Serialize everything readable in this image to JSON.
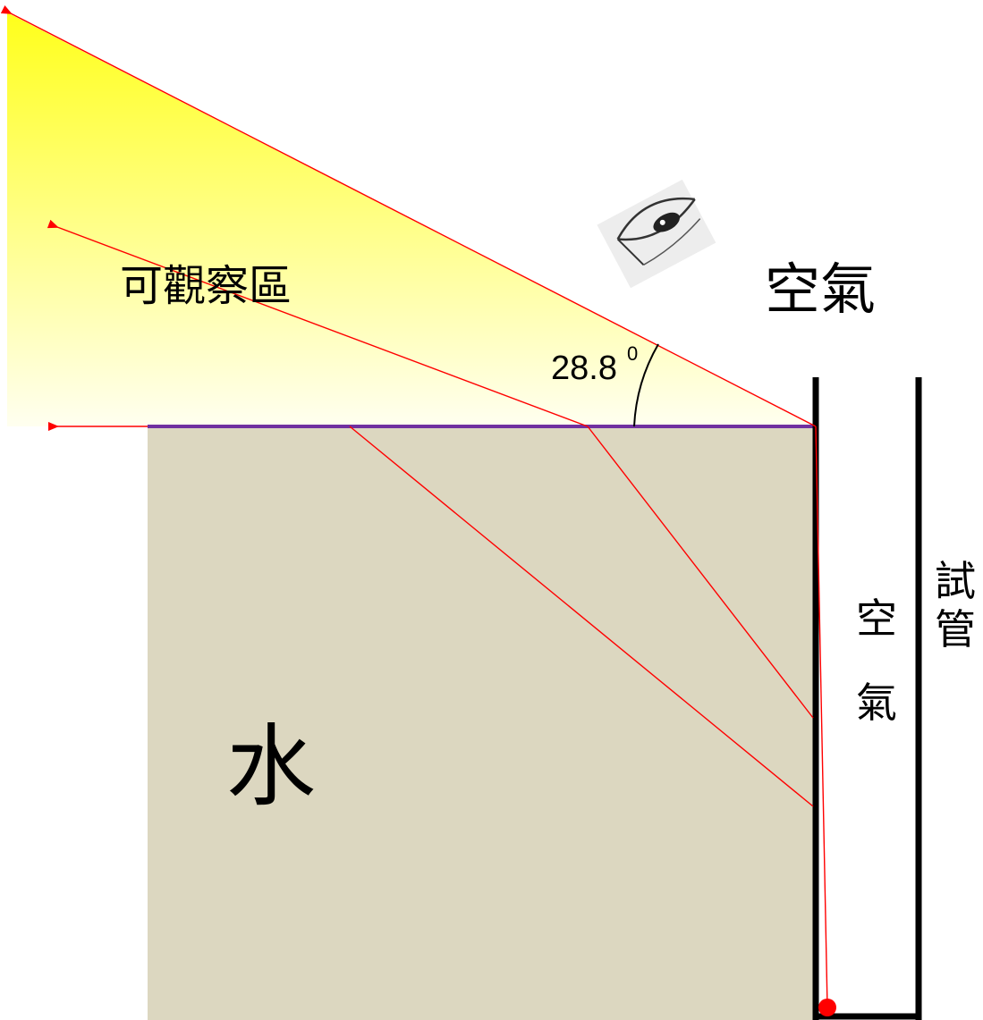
{
  "labels": {
    "observable_region": "可觀察區",
    "air_outside": "空氣",
    "water": "水",
    "air_inside_char1": "空",
    "air_inside_char2": "氣",
    "test_tube_char1": "試",
    "test_tube_char2": "管",
    "angle_value": "28.8",
    "angle_superscript": "0"
  },
  "colors": {
    "water_fill": "#dcd7c0",
    "observable_gradient_top": "#ffff1a",
    "observable_gradient_bottom": "#fffff0",
    "ray": "#ff0000",
    "water_surface": "#7030a0",
    "tube_wall": "#000000",
    "source_dot": "#ff0000"
  },
  "icons": {
    "observer": "eye-icon"
  }
}
